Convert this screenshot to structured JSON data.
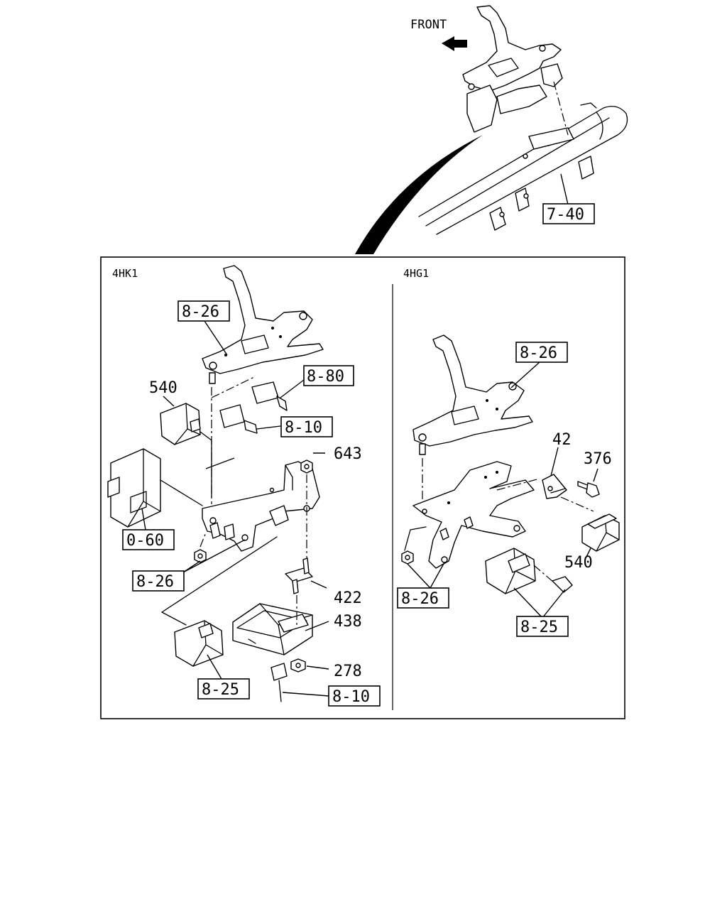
{
  "front_label": "FRONT",
  "sections": {
    "left": "4HK1",
    "right": "4HG1"
  },
  "callouts": {
    "c_7_40": "7-40",
    "l_8_26_top": "8-26",
    "l_8_80": "8-80",
    "l_540": "540",
    "l_8_10_a": "8-10",
    "l_643": "643",
    "l_0_60": "0-60",
    "l_8_26_bottom": "8-26",
    "l_422": "422",
    "l_438": "438",
    "l_278": "278",
    "l_8_25": "8-25",
    "l_8_10_b": "8-10",
    "r_8_26_top": "8-26",
    "r_42": "42",
    "r_376": "376",
    "r_540": "540",
    "r_8_26_bottom": "8-26",
    "r_8_25": "8-25"
  },
  "icons": {
    "front_arrow": "front-arrow-icon",
    "pointer_arc": "transition-arc"
  }
}
